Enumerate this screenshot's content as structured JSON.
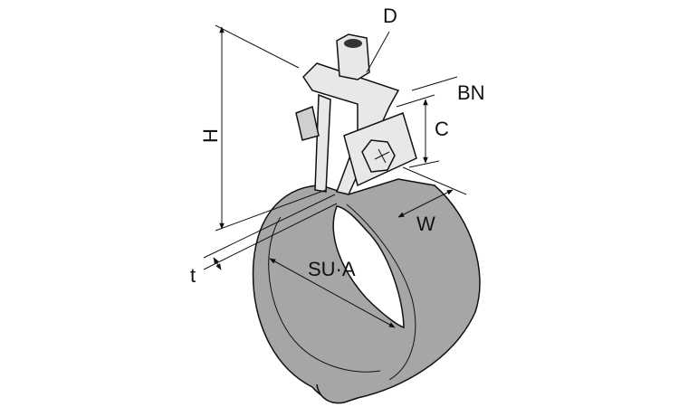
{
  "labels": {
    "d": "D",
    "bn": "BN",
    "c": "C",
    "h": "H",
    "w": "W",
    "t": "t",
    "su_a": "SU·A"
  },
  "colors": {
    "band": "#a6a6a6",
    "metal": "#e8e8e8",
    "line": "#111111"
  }
}
